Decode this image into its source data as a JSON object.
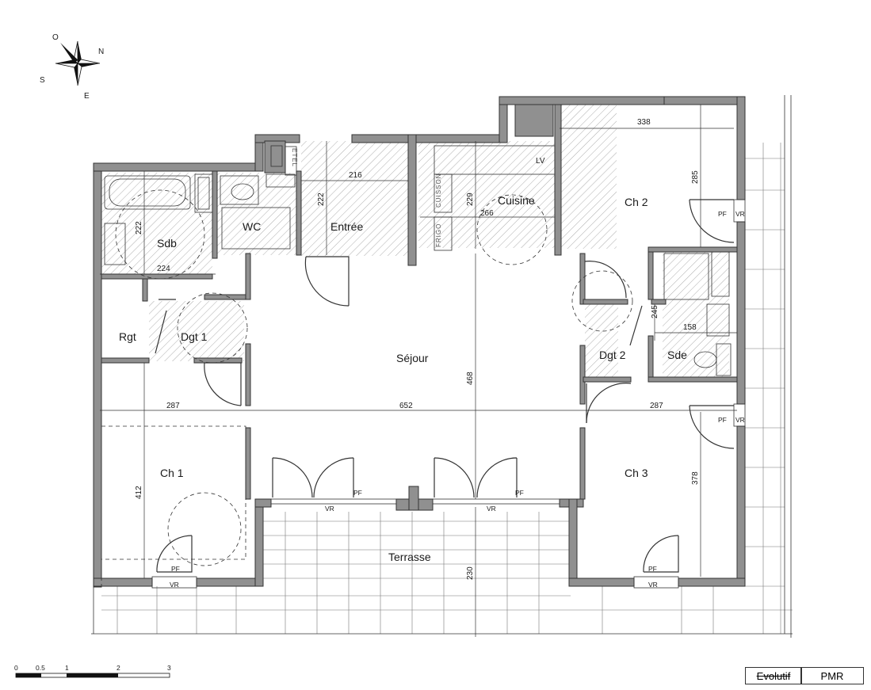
{
  "compass": {
    "n": "N",
    "s": "S",
    "e": "E",
    "o": "O"
  },
  "rooms": {
    "sdb": "Sdb",
    "wc": "WC",
    "entree": "Entrée",
    "cuisine": "Cuisine",
    "ch2": "Ch 2",
    "rgt": "Rgt",
    "dgt1": "Dgt 1",
    "sejour": "Séjour",
    "dgt2": "Dgt 2",
    "sde": "Sde",
    "ch1": "Ch 1",
    "ch3": "Ch 3",
    "terrasse": "Terrasse"
  },
  "dimensions": {
    "d338": "338",
    "d285": "285",
    "d216": "216",
    "d222a": "222",
    "d229": "229",
    "d266": "266",
    "d222b": "222",
    "d224": "224",
    "d245": "245",
    "d158": "158",
    "d468": "468",
    "d287a": "287",
    "d652": "652",
    "d287b": "287",
    "d412": "412",
    "d378": "378",
    "d230": "230"
  },
  "fixtures": {
    "etel": "ETEL",
    "lv": "LV",
    "cuisson": "CUISSON",
    "frigo": "FRIGO"
  },
  "openings": {
    "pf": "PF",
    "vr": "VR"
  },
  "scale_bar": {
    "t0": "0",
    "t05": "0.5",
    "t1": "1",
    "t2": "2",
    "t3": "3"
  },
  "legend": {
    "evolutif": "Evolutif",
    "pmr": "PMR"
  }
}
